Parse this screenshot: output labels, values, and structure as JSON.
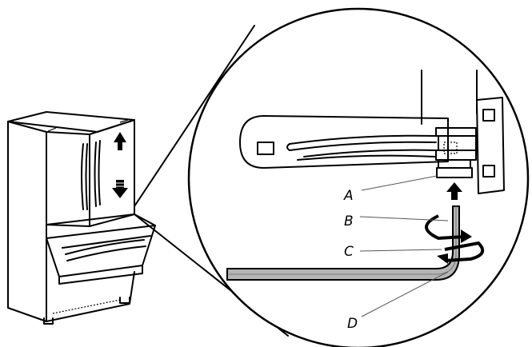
{
  "callouts": [
    {
      "id": "A",
      "label": "A"
    },
    {
      "id": "B",
      "label": "B"
    },
    {
      "id": "C",
      "label": "C"
    },
    {
      "id": "D",
      "label": "D"
    }
  ],
  "colors": {
    "line": "#000000",
    "fill": "#ffffff",
    "shade": "#b5b5b5",
    "arrow": "#000000"
  },
  "icons": {
    "up_arrow": "up-arrow-icon",
    "down_arrow": "down-arrow-icon",
    "rotate_arrow": "rotate-arrow-icon"
  }
}
